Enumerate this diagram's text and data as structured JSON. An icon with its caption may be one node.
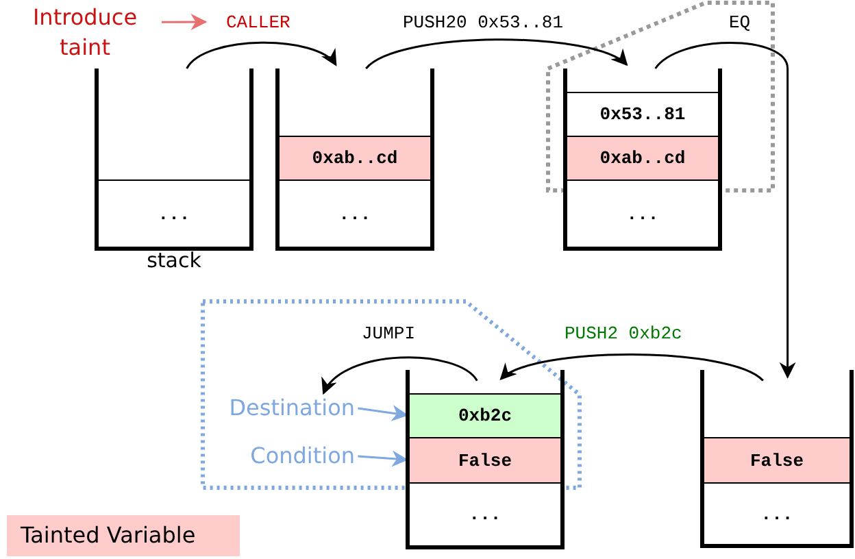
{
  "diagram": {
    "nodes": [
      {
        "text": [],
        "shape": "box",
        "beside": [
          "stack"
        ]
      },
      {
        "text": [
          "..."
        ],
        "in": 0
      },
      {
        "text": [],
        "shape": "box"
      },
      {
        "text": [
          "0xab..cd"
        ],
        "in": 2
      },
      {
        "text": [
          "..."
        ],
        "in": 2
      },
      {
        "text": [],
        "shape": "box"
      },
      {
        "text": [
          "0x53..81"
        ],
        "in": 5
      },
      {
        "text": [
          "0xab..cd"
        ],
        "in": 5
      },
      {
        "text": [
          "..."
        ],
        "in": 5
      },
      {
        "text": [],
        "shape": "box"
      },
      {
        "text": [
          "False"
        ],
        "in": 9
      },
      {
        "text": [
          "..."
        ],
        "in": 9
      },
      {
        "text": [],
        "shape": "box"
      },
      {
        "text": [
          "0xb2c"
        ],
        "in": 12
      },
      {
        "text": [
          "False"
        ],
        "in": 12
      },
      {
        "text": [
          "..."
        ],
        "in": 12
      },
      {
        "text": [
          "Introduce taint"
        ]
      },
      {
        "text": [
          "Destination"
        ]
      },
      {
        "text": [
          "Condition"
        ]
      }
    ],
    "edges": [
      {
        "from": 0,
        "to": 2,
        "arrow": "to",
        "label": "CALLER"
      },
      {
        "from": 2,
        "to": 5,
        "arrow": "to",
        "label": "PUSH20 0x53..81"
      },
      {
        "from": 5,
        "to": 9,
        "arrow": "to",
        "label": "EQ"
      },
      {
        "from": 9,
        "to": 12,
        "arrow": "to",
        "label": "PUSH2 0xb2c"
      },
      {
        "from": 12,
        "to": 17,
        "arrow": "to",
        "label": "JUMPI"
      },
      {
        "from": 16,
        "to": null,
        "arrow": "to",
        "color": "#e87070"
      },
      {
        "from": 17,
        "to": 13,
        "arrow": "to",
        "color": "#7fa7e0"
      },
      {
        "from": 18,
        "to": 14,
        "arrow": "to",
        "color": "#7fa7e0"
      }
    ],
    "legend": [
      {
        "text": "Tainted Variable",
        "color": "#ffcccc"
      }
    ]
  }
}
